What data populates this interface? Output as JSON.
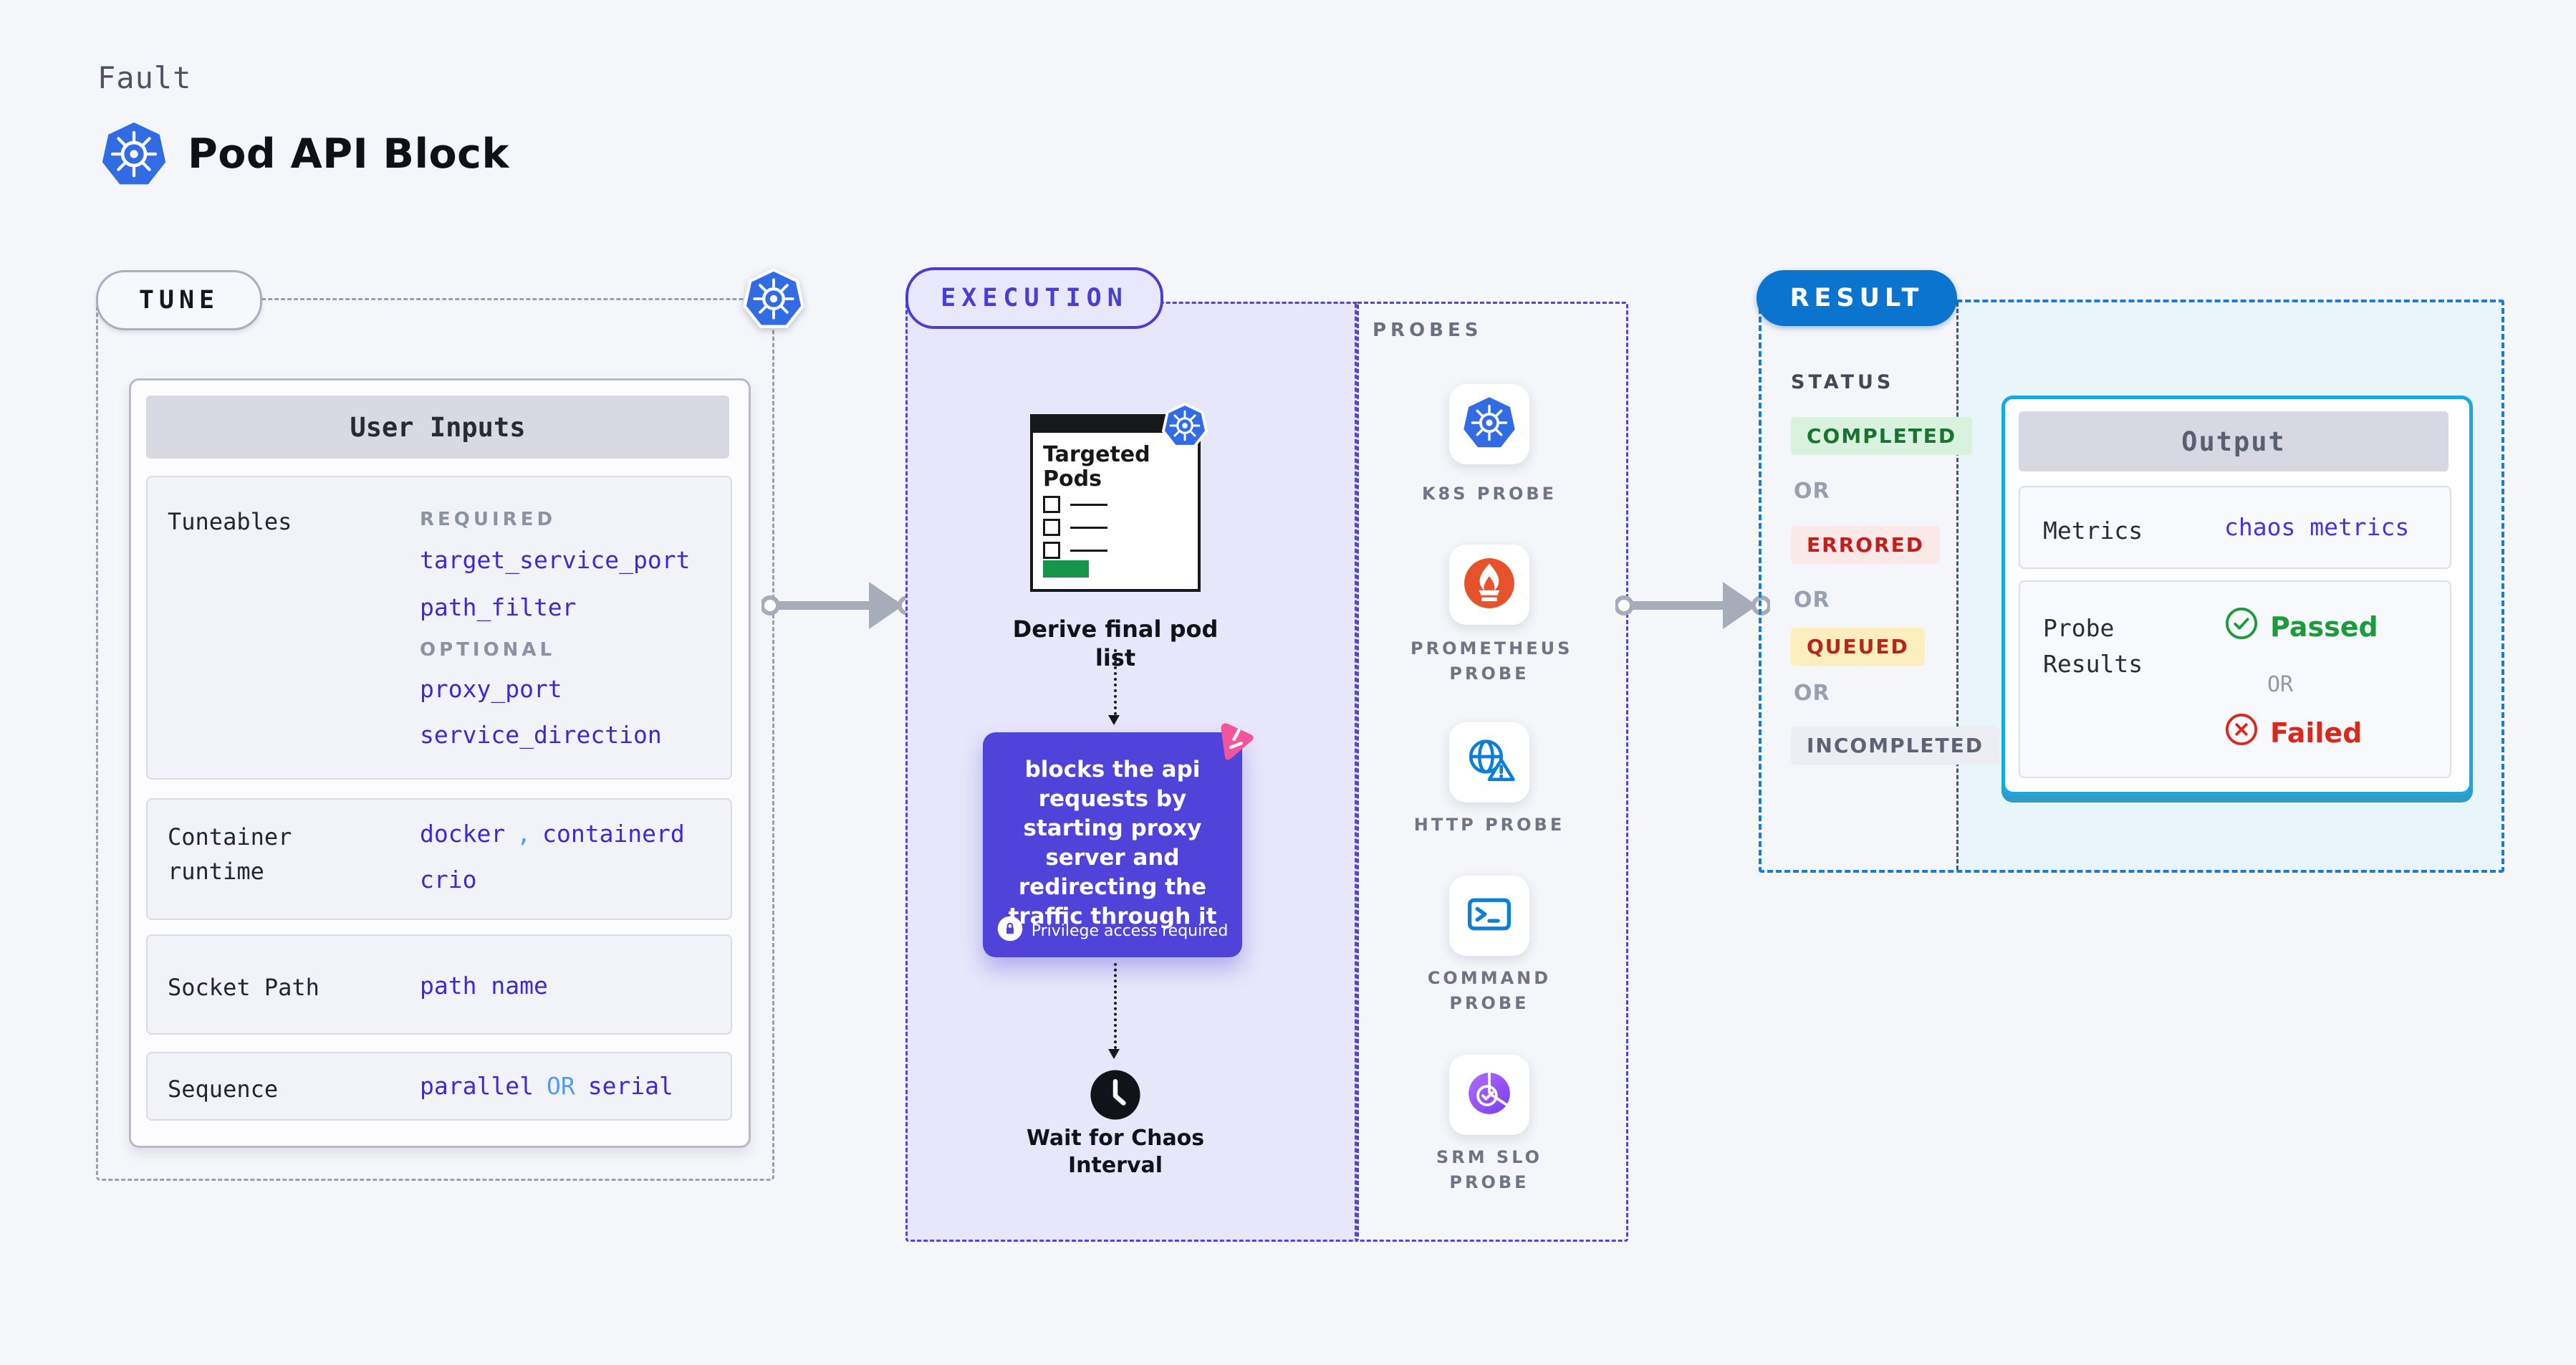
{
  "header": {
    "eyebrow": "Fault",
    "title": "Pod API Block"
  },
  "tune": {
    "badge": "TUNE",
    "card_title": "User Inputs",
    "tuneables": {
      "label": "Tuneables",
      "required_tag": "REQUIRED",
      "required": [
        "target_service_port",
        "path_filter"
      ],
      "optional_tag": "OPTIONAL",
      "optional": [
        "proxy_port",
        "service_direction"
      ]
    },
    "container_runtime": {
      "label": "Container runtime",
      "value_1": "docker",
      "separator": ",",
      "value_2": "containerd",
      "value_3": "crio"
    },
    "socket_path": {
      "label": "Socket Path",
      "value": "path name"
    },
    "sequence": {
      "label": "Sequence",
      "value_a": "parallel",
      "or": "OR",
      "value_b": "serial"
    }
  },
  "execution": {
    "badge": "EXECUTION",
    "targeted_pods_title": "Targeted Pods",
    "derive_step": "Derive final pod list",
    "action_text": "blocks the api requests by starting proxy server and redirecting the traffic through it",
    "privilege_note": "Privilege access required",
    "wait_step": "Wait for Chaos Interval"
  },
  "probes": {
    "title": "PROBES",
    "items": [
      {
        "label": "K8S PROBE",
        "icon": "kubernetes-icon"
      },
      {
        "label": "PROMETHEUS PROBE",
        "icon": "prometheus-icon"
      },
      {
        "label": "HTTP PROBE",
        "icon": "http-globe-warning-icon"
      },
      {
        "label": "COMMAND PROBE",
        "icon": "terminal-icon"
      },
      {
        "label": "SRM SLO PROBE",
        "icon": "slo-pie-check-icon"
      }
    ]
  },
  "result": {
    "badge": "RESULT",
    "status_title": "STATUS",
    "or_label": "OR",
    "statuses": [
      {
        "label": "COMPLETED",
        "kind": "success"
      },
      {
        "label": "ERRORED",
        "kind": "error"
      },
      {
        "label": "QUEUED",
        "kind": "queued"
      },
      {
        "label": "INCOMPLETED",
        "kind": "incomplete"
      }
    ],
    "output": {
      "title": "Output",
      "metrics_label": "Metrics",
      "metrics_value": "chaos metrics",
      "probe_results_label": "Probe Results",
      "passed_label": "Passed",
      "or_label": "OR",
      "failed_label": "Failed"
    }
  },
  "colors": {
    "background": "#f5f6fa",
    "kubernetes_blue": "#326ce5",
    "accent_indigo": "#4a3ed2",
    "execution_lavender": "#e8e6fa",
    "action_purple": "#4f43d9",
    "param_blue": "#392bd4",
    "light_blue": "#4f9cf7",
    "result_blue": "#0b74cf",
    "output_cyan_border": "#17a9e1",
    "output_cyan_bg": "#e8f6fb",
    "success_green": "#17752f",
    "passed_green": "#1a9c3b",
    "error_red": "#c21f1c",
    "failed_red": "#da291c",
    "queued_yellow_bg": "#fdeebd",
    "prometheus_orange": "#e6522c",
    "litmus_pink": "#f2549d",
    "targeted_pods_green": "#17954a"
  }
}
